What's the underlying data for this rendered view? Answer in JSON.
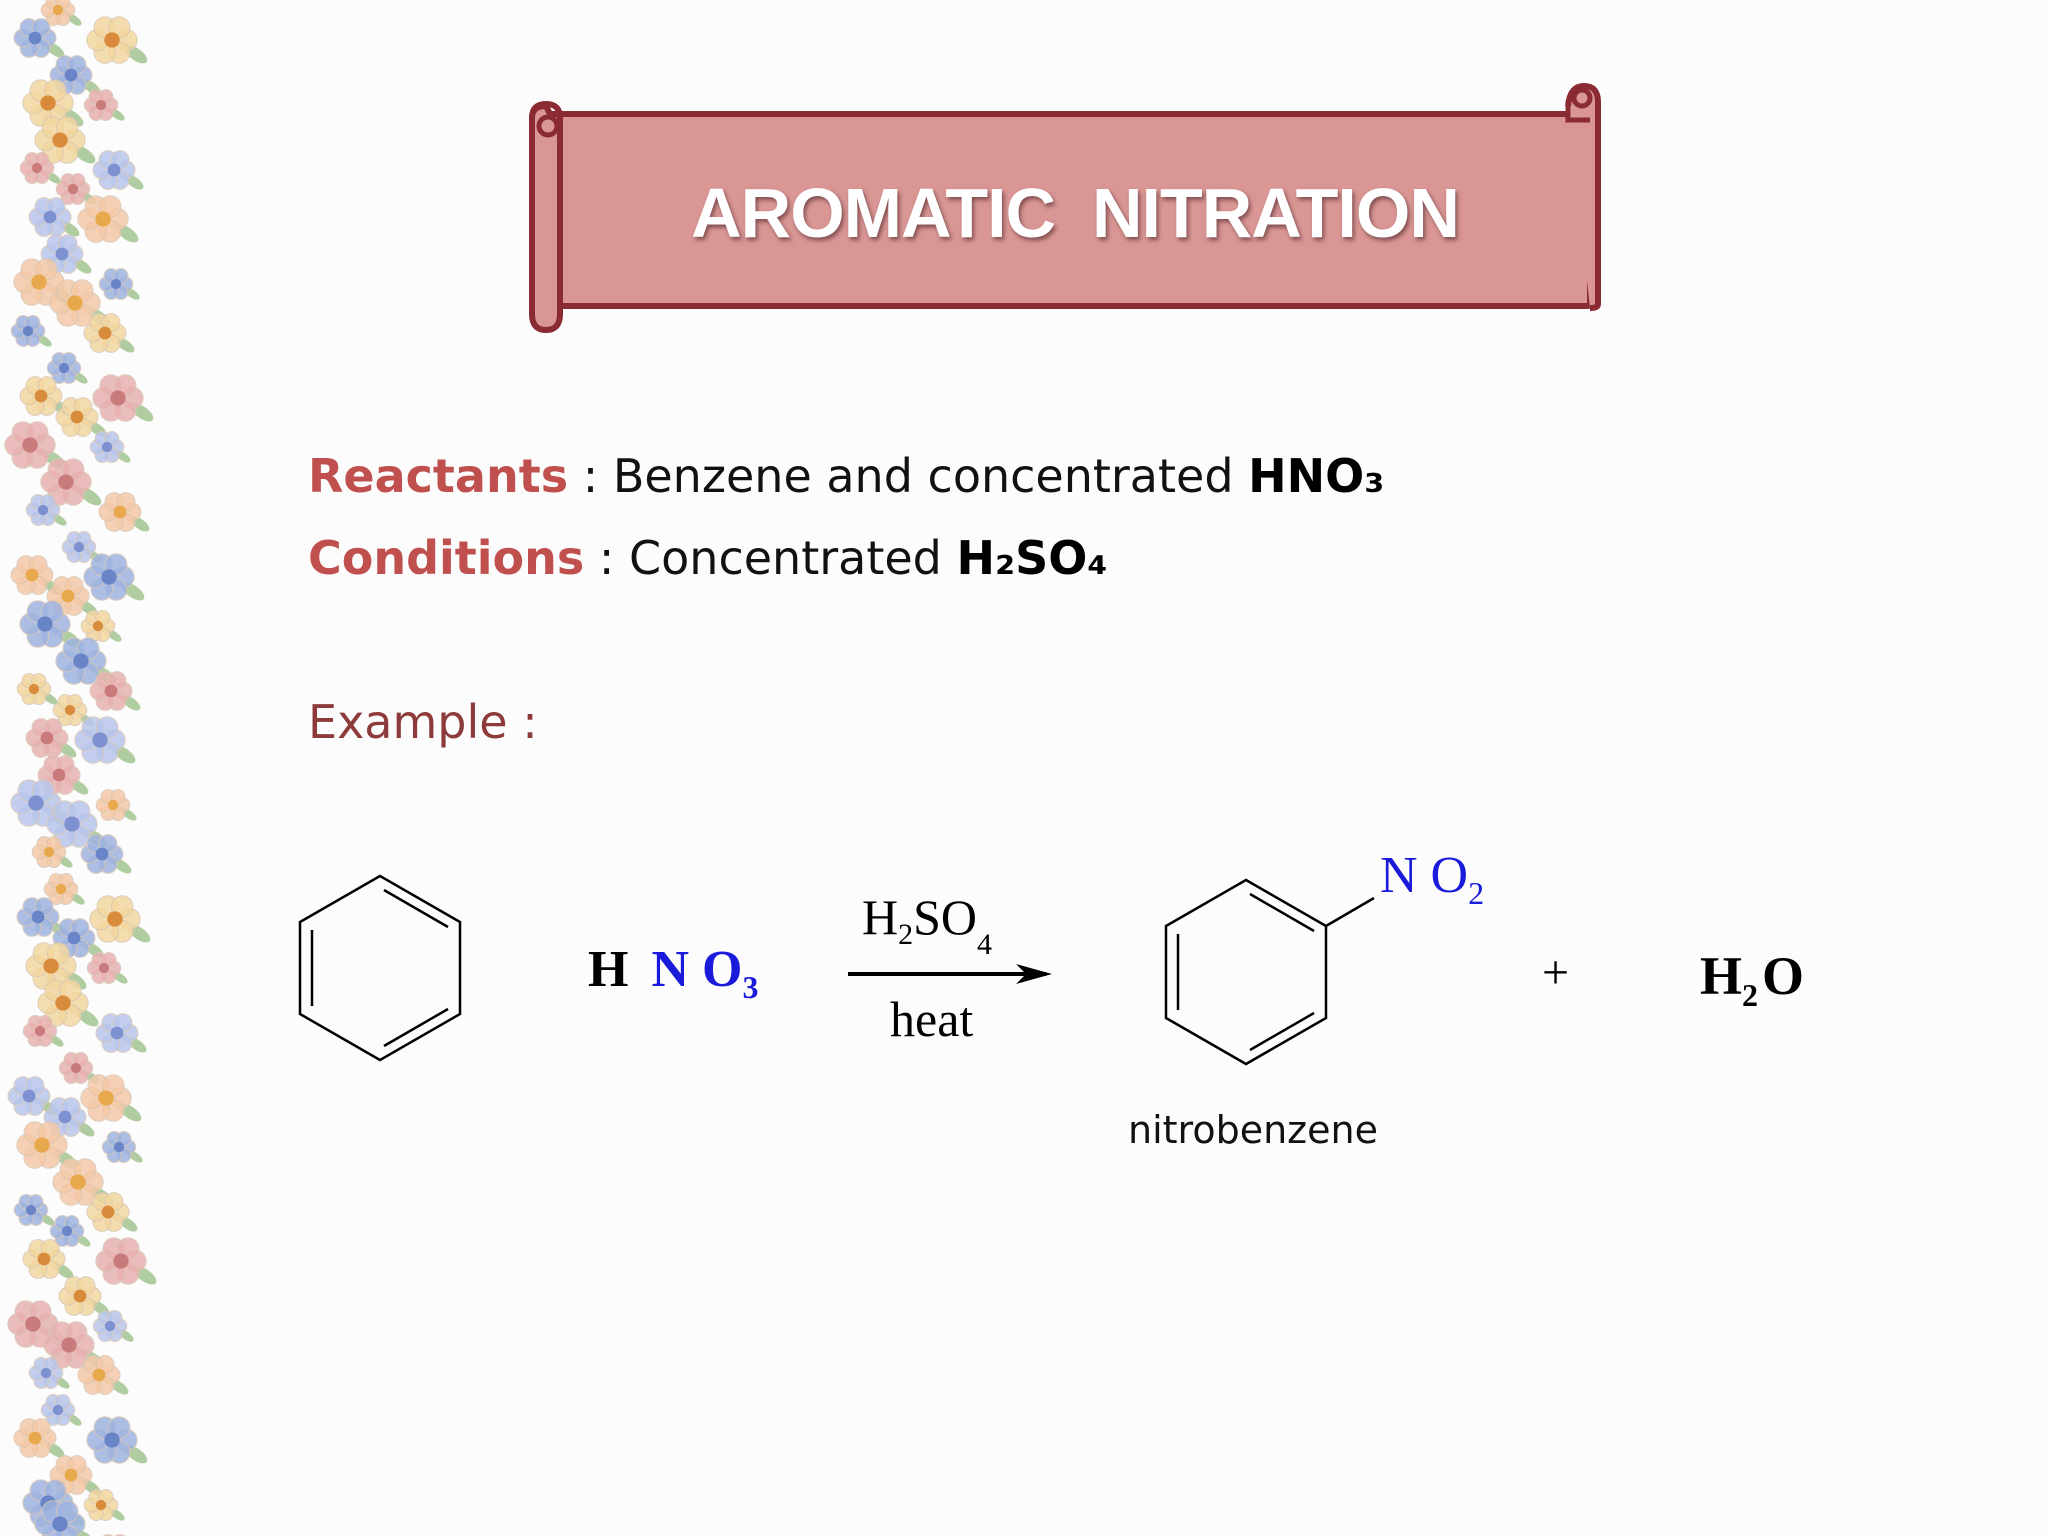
{
  "title": "AROMATIC  NITRATION",
  "reactants": {
    "label": "Reactants",
    "separator": " : ",
    "text": "Benzene and concentrated ",
    "formula": "HNO₃"
  },
  "conditions": {
    "label": "Conditions",
    "separator": " : ",
    "text": "Concentrated ",
    "formula": "H₂SO₄"
  },
  "example_label": "Example :",
  "reaction": {
    "reagent_h": "H",
    "reagent_no": "N O",
    "reagent_sub": "3",
    "arrow_top_main": "H",
    "arrow_top_sub1": "2",
    "arrow_top_mid": "SO",
    "arrow_top_sub2": "4",
    "arrow_bottom": "heat",
    "product_group": "N O",
    "product_group_sub": "2",
    "plus": "+",
    "water_h": "H",
    "water_sub": "2",
    "water_o": "O",
    "product_name": "nitrobenzene"
  },
  "colors": {
    "term": "#c0504d",
    "example": "#8c3a3a",
    "banner_fill": "#d99694",
    "banner_stroke": "#8a2b33",
    "formula_blue": "#1a1adb"
  },
  "decor": {
    "border_icon": "flower-garland",
    "banner_icon": "scroll-banner"
  }
}
